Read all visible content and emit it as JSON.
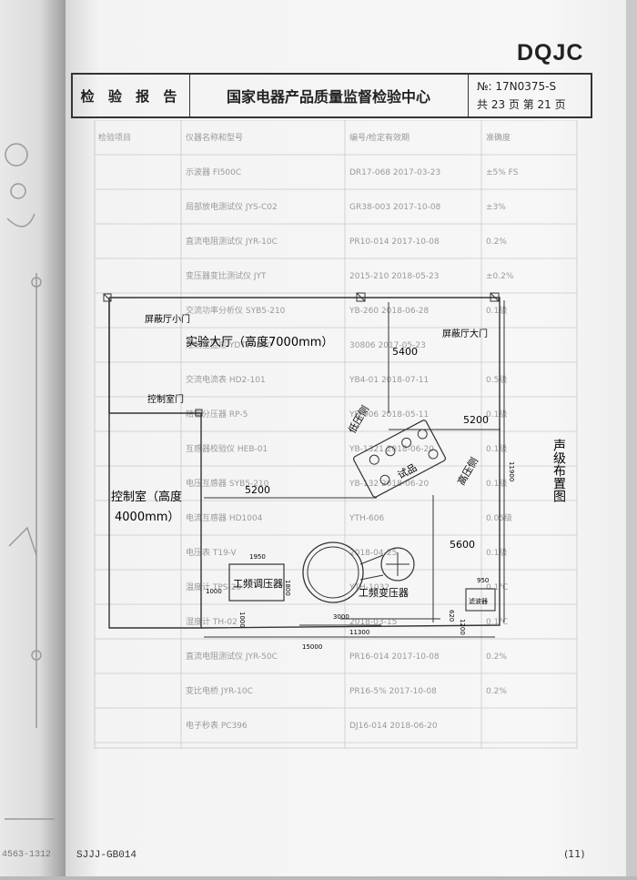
{
  "logo": "DQJC",
  "header": {
    "report_title": "检 验 报 告",
    "center_name": "国家电器产品质量监督检验中心",
    "report_no": "№: 17N0375-S",
    "pages": "共 23 页    第 21 页"
  },
  "diagram": {
    "side_title": "声级布置图",
    "hall_label": "实验大厅（高度7000mm）",
    "shield_small_door": "屏蔽厅小门",
    "shield_big_door": "屏蔽厅大门",
    "control_door": "控制室门",
    "control_room_1": "控制室（高度",
    "control_room_2": "4000mm）",
    "sample_label": "试品",
    "low_side": "低压侧",
    "high_side": "高压侧",
    "regulator": "工频调压器",
    "transformer": "工频变压器",
    "small_box": "滤波器",
    "dims": {
      "d5400": "5400",
      "d5200a": "5200",
      "d5200b": "5200",
      "d5600": "5600",
      "d11900": "11900",
      "d1950": "1950",
      "d1800": "1800",
      "d1000a": "1000",
      "d1000b": "1000",
      "d3000": "3000",
      "d11300": "11300",
      "d15000": "15000",
      "d950": "950",
      "d620": "620",
      "d1200": "1200"
    }
  },
  "faint_table": {
    "header": [
      "检验项目",
      "仪器名称和型号",
      "编号/检定有效期",
      "准确度"
    ],
    "rows": [
      [
        "",
        "示波器 FI500C",
        "DR17-068  2017-03-23",
        "±5% FS"
      ],
      [
        "",
        "局部放电测试仪 JYS-C02",
        "GR38-003  2017-10-08",
        "±3%"
      ],
      [
        "",
        "直流电阻测试仪 JYR-10C",
        "PR10-014  2017-10-08",
        "0.2%"
      ],
      [
        "",
        "变压器变比测试仪 JYT",
        "2015-210  2018-05-23",
        "±0.2%"
      ],
      [
        "",
        "交流功率分析仪 SYB5-210",
        "YB-260  2018-06-28",
        "0.1级"
      ],
      [
        "",
        "控制室监控 YDTW-500",
        "30806  2017-05-23",
        ""
      ],
      [
        "",
        "交流电流表 HD2-101",
        "YB4-01  2018-07-11",
        "0.5级"
      ],
      [
        "",
        "精密分压器 RP-5",
        "YB-006  2018-05-11",
        "0.1级"
      ],
      [
        "",
        "互感器校验仪 HEB-01",
        "YB-1321  2018-06-20",
        "0.1级"
      ],
      [
        "",
        "电压互感器 SYB5-210",
        "YB-132  2018-06-20",
        "0.1级"
      ],
      [
        "",
        "电流互感器 HD1004",
        "YTH-606",
        "0.05级"
      ],
      [
        "",
        "电压表 T19-V",
        "2018-04-25",
        "0.1级"
      ],
      [
        "",
        "温度计 TPS-20",
        "YTH-1032",
        "0.1℃"
      ],
      [
        "",
        "湿度计 TH-02",
        "2018-03-15",
        "0.1℃"
      ],
      [
        "",
        "直流电阻测试仪 JYR-50C",
        "PR16-014  2017-10-08",
        "0.2%"
      ],
      [
        "",
        "变比电桥 JYR-10C",
        "PR16-5%  2017-10-08",
        "0.2%"
      ],
      [
        "",
        "电子秒表 PC396",
        "DJ16-014  2018-06-20",
        ""
      ]
    ]
  },
  "footer": {
    "form_code": "SJJJ-GB014",
    "page_no": "(11)",
    "left_margin_code": "4563-1312"
  }
}
